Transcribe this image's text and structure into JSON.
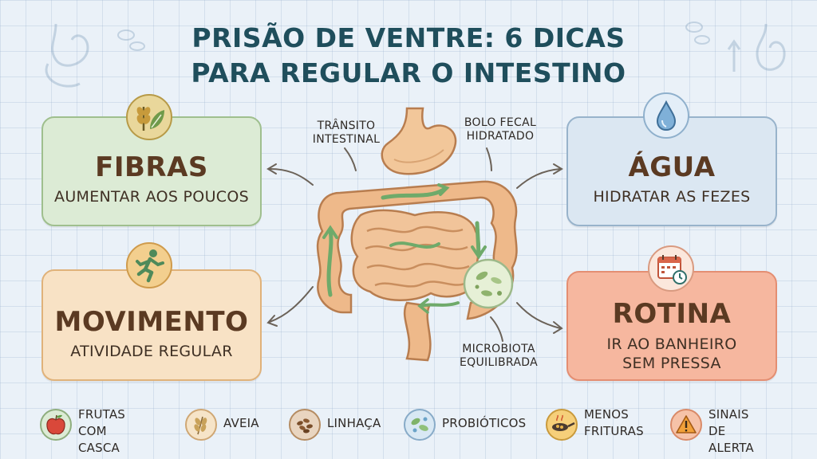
{
  "title": {
    "line1": "PRISÃO DE VENTRE: 6 DICAS",
    "line2": "PARA REGULAR O INTESTINO"
  },
  "cards": {
    "fibras": {
      "heading": "FIBRAS",
      "subtitle": "AUMENTAR AOS POUCOS",
      "icon": "wheat-leaf-icon",
      "color": "#dcebd5"
    },
    "movimento": {
      "heading": "MOVIMENTO",
      "subtitle": "ATIVIDADE REGULAR",
      "icon": "running-person-icon",
      "color": "#f8e2c5"
    },
    "agua": {
      "heading": "ÁGUA",
      "subtitle": "HIDRATAR AS FEZES",
      "icon": "water-drop-icon",
      "color": "#dbe7f2"
    },
    "rotina": {
      "heading": "ROTINA",
      "subtitle_line1": "IR AO BANHEIRO",
      "subtitle_line2": "SEM PRESSA",
      "icon": "calendar-clock-icon",
      "color": "#f6b79f"
    }
  },
  "diagram_labels": {
    "transito_line1": "TRÂNSITO",
    "transito_line2": "INTESTINAL",
    "bolo_line1": "BOLO FECAL",
    "bolo_line2": "HIDRATADO",
    "micro_line1": "MICROBIOTA",
    "micro_line2": "EQUILIBRADA"
  },
  "footer": [
    {
      "line1": "FRUTAS",
      "line2": "COM CASCA",
      "icon": "apple-icon"
    },
    {
      "line1": "AVEIA",
      "line2": "",
      "icon": "oat-icon"
    },
    {
      "line1": "LINHAÇA",
      "line2": "",
      "icon": "flaxseed-icon"
    },
    {
      "line1": "PROBIÓTICOS",
      "line2": "",
      "icon": "probiotic-icon"
    },
    {
      "line1": "MENOS",
      "line2": "FRITURAS",
      "icon": "frying-pan-icon"
    },
    {
      "line1": "SINAIS DE",
      "line2": "ALERTA",
      "icon": "warning-icon"
    }
  ]
}
